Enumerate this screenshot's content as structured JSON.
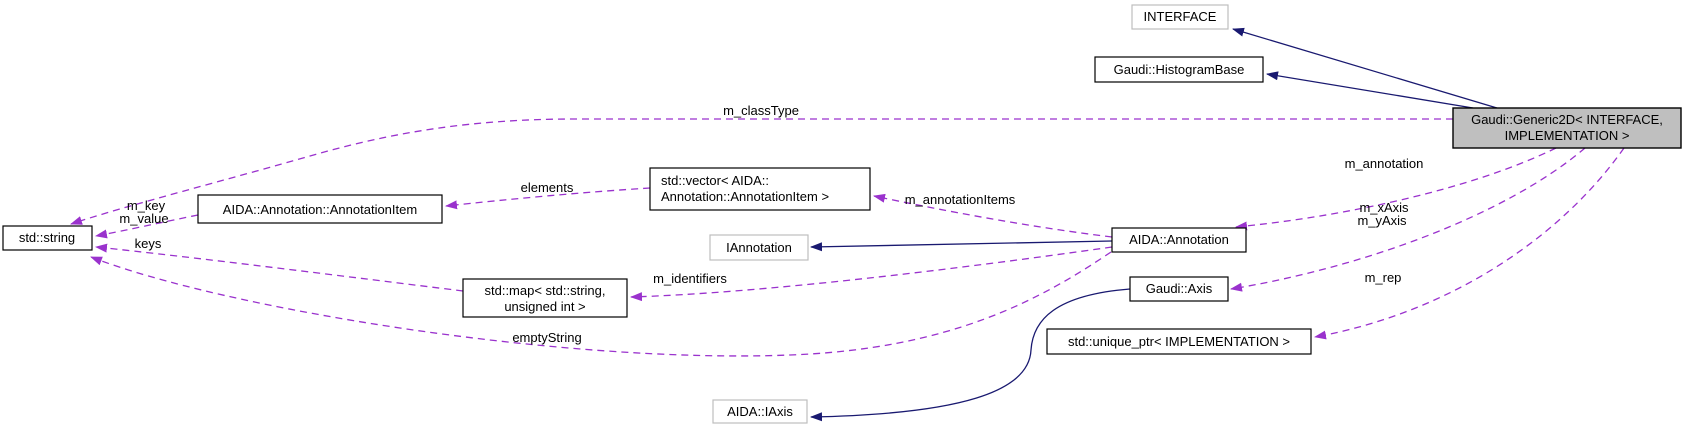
{
  "diagram": {
    "type": "doxygen-collaboration-graph",
    "nodes": {
      "interface": {
        "label": "INTERFACE"
      },
      "histogram_base": {
        "label": "Gaudi::HistogramBase"
      },
      "generic2d": {
        "line1": "Gaudi::Generic2D< INTERFACE,",
        "line2": "IMPLEMENTATION >"
      },
      "std_string": {
        "label": "std::string"
      },
      "annotation_item": {
        "label": "AIDA::Annotation::AnnotationItem"
      },
      "std_vector": {
        "line1": "std::vector< AIDA::",
        "line2": "Annotation::AnnotationItem >"
      },
      "iannotation": {
        "label": "IAnnotation"
      },
      "aida_annotation": {
        "label": "AIDA::Annotation"
      },
      "std_map": {
        "line1": "std::map< std::string,",
        "line2": "unsigned int >"
      },
      "gaudi_axis": {
        "label": "Gaudi::Axis"
      },
      "unique_ptr": {
        "label": "std::unique_ptr< IMPLEMENTATION >"
      },
      "aida_iaxis": {
        "label": "AIDA::IAxis"
      }
    },
    "edge_labels": {
      "m_classType": "m_classType",
      "m_key": "m_key",
      "m_value": "m_value",
      "keys": "keys",
      "elements": "elements",
      "m_annotationItems": "m_annotationItems",
      "m_annotation": "m_annotation",
      "m_xAxis": "m_xAxis",
      "m_yAxis": "m_yAxis",
      "m_identifiers": "m_identifiers",
      "emptyString": "emptyString",
      "m_rep": "m_rep"
    },
    "colors": {
      "inheritance_edge": "#191970",
      "usage_edge": "#9a32cd",
      "node_fill": "#ffffff",
      "node_border": "#000000",
      "external_node_border": "#bdbdbd",
      "highlighted_node_fill": "#bfbfbf"
    }
  }
}
